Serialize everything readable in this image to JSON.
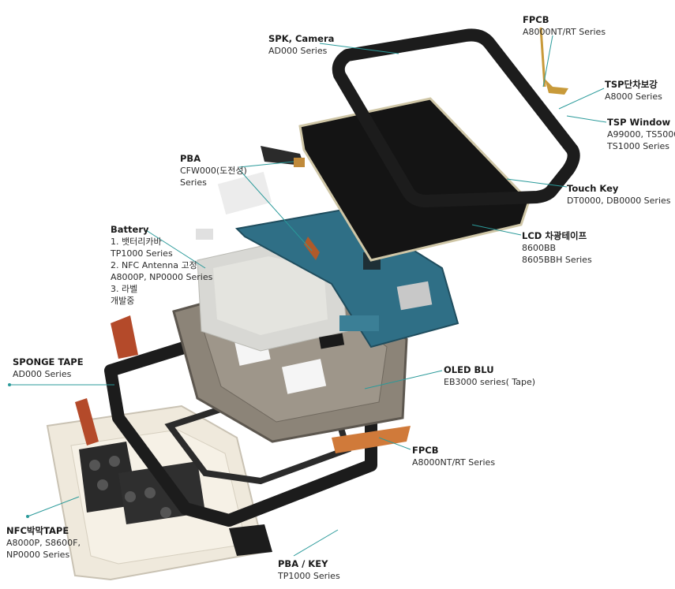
{
  "callouts": {
    "spk_camera": {
      "title": "SPK, Camera",
      "lines": [
        "AD000 Series"
      ]
    },
    "fpcb_top": {
      "title": "FPCB",
      "lines": [
        "A8000NT/RT Series"
      ]
    },
    "tsp_reinforce": {
      "title": "TSP단차보강",
      "lines": [
        "A8000 Series"
      ]
    },
    "tsp_window": {
      "title": "TSP Window",
      "lines": [
        "A99000, TS5000,",
        "TS1000 Series"
      ]
    },
    "pba_top": {
      "title": "PBA",
      "lines": [
        "CFW000(도전성)",
        "Series"
      ]
    },
    "touch_key": {
      "title": "Touch Key",
      "lines": [
        "DT0000, DB0000 Series"
      ]
    },
    "lcd_tape": {
      "title": "LCD 차광테이프",
      "lines": [
        "8600BB",
        "8605BBH Series"
      ]
    },
    "battery": {
      "title": "Battery",
      "lines": [
        "1. 뱃터리카바",
        "TP1000 Series",
        "2. NFC Antenna 고정",
        "A8000P, NP0000 Series",
        "3. 라벨",
        "개발중"
      ]
    },
    "oled_blu": {
      "title": "OLED BLU",
      "lines": [
        "EB3000 series( Tape)"
      ]
    },
    "sponge_tape": {
      "title": "SPONGE TAPE",
      "lines": [
        "AD000 Series"
      ]
    },
    "fpcb_bottom": {
      "title": "FPCB",
      "lines": [
        "A8000NT/RT Series"
      ]
    },
    "nfc_tape": {
      "title": "NFC박막TAPE",
      "lines": [
        "A8000P, S8600F,",
        "NP0000 Series"
      ]
    },
    "pba_key": {
      "title": "PBA / KEY",
      "lines": [
        "TP1000 Series"
      ]
    }
  },
  "colors": {
    "leader": "#2a9a9a",
    "frame_black": "#1c1c1c",
    "lcd_black": "#141414",
    "pcb_blue": "#2f6f86",
    "battery_gray": "#d8d8d4",
    "midframe": "#8c8478",
    "back_cover": "#efe9dc"
  },
  "icons": [
    "tablet-exploded-view-illustration"
  ]
}
